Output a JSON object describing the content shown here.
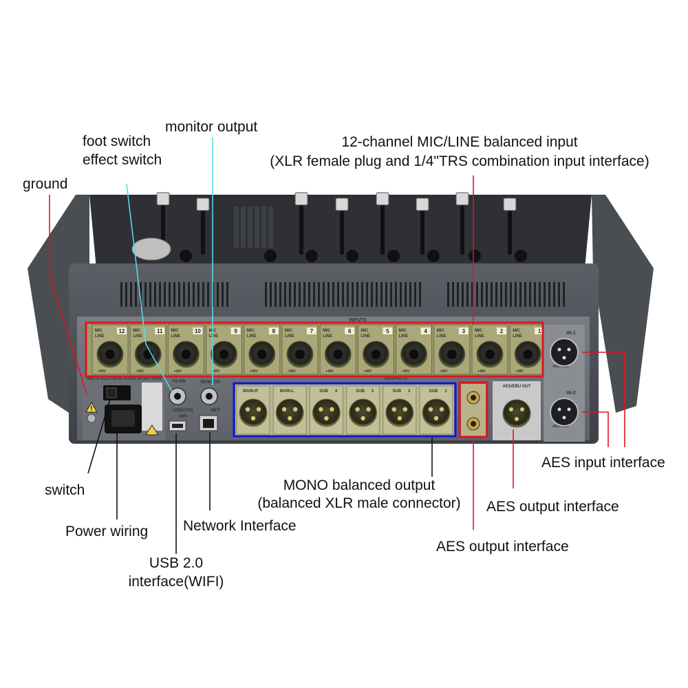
{
  "callouts": {
    "ground": "ground",
    "foot_switch": "foot switch",
    "effect_switch": "effect switch",
    "monitor_output": "monitor output",
    "input_title_1": "12-channel MIC/LINE balanced input",
    "input_title_2": "(XLR female plug and 1/4\"TRS combination input interface)",
    "switch": "switch",
    "power_wiring": "Power wiring",
    "usb_1": "USB 2.0",
    "usb_2": "interface(WIFI)",
    "network": "Network Interface",
    "mono_1": "MONO balanced output",
    "mono_2": "(balanced XLR male connector)",
    "aes_output_small": "AES output interface",
    "aes_output_xlr": "AES output interface",
    "aes_input": "AES input interface"
  },
  "panel": {
    "inputs_caption": "INPUTS",
    "outputs_caption": "OUTPUTS",
    "mic_label": "MIC",
    "line_label": "LINE",
    "phantom_label": "+48V",
    "channel_numbers": [
      "12",
      "11",
      "10",
      "9",
      "8",
      "7",
      "6",
      "5",
      "4",
      "3",
      "2",
      "1"
    ],
    "output_labels": [
      "MAIN-R",
      "MAIN-L",
      "SUB",
      "SUB",
      "SUB",
      "SUB"
    ],
    "output_numbers": [
      "",
      "",
      "4",
      "3",
      "2",
      "1"
    ],
    "fs_label": "FS-SW",
    "monitor_label": "MONITOR",
    "usb_label": "USB(OTG)",
    "wifi_label": "WIFI",
    "net_label": "NET",
    "warning_label": "RISK OF ELECTRICAL SHOCK DO NOT OPEN",
    "aes_in_label": "IN-1",
    "aes_in2_label": "IN-2",
    "aes_ebu_label": "AES /EBU",
    "aes_out_label": "AES/EBU OUT"
  },
  "colors": {
    "highlight_red": "#e0141e",
    "highlight_blue": "#1018d8",
    "leader_cyan": "#5ad8e8",
    "panel_gray": "#6b6f75",
    "connector_gold": "#b5ad6a"
  }
}
